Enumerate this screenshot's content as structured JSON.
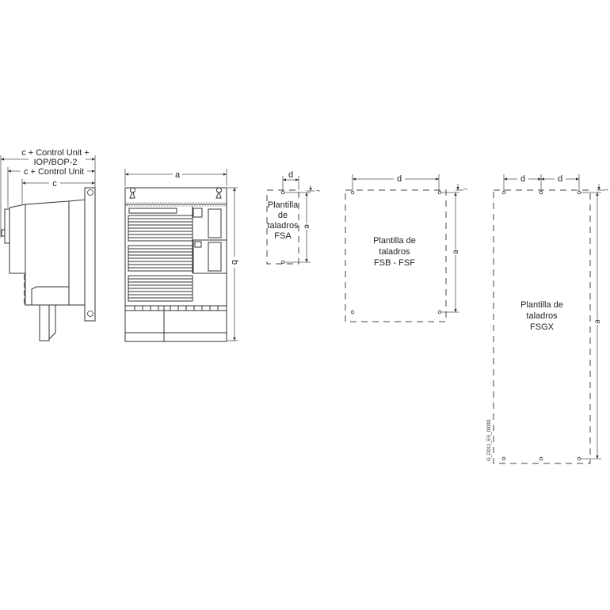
{
  "side_view": {
    "dim_c_cu_iop_line1": "c + Control Unit +",
    "dim_c_cu_iop_line2": "IOP/BOP-2",
    "dim_c_cu": "c + Control Unit",
    "dim_c": "c"
  },
  "front_view": {
    "dim_a": "a",
    "dim_b": "b"
  },
  "templates": [
    {
      "lines": [
        "Plantilla",
        "de",
        "taladros",
        "FSA"
      ],
      "dim_d": "d",
      "dim_e": "e",
      "dim_f": "f"
    },
    {
      "lines": [
        "Plantilla de",
        "taladros",
        "FSB - FSF"
      ],
      "dim_d": "d",
      "dim_e": "e",
      "dim_f": "f"
    },
    {
      "lines": [
        "Plantilla de",
        "taladros",
        "FSGX"
      ],
      "dim_d": "d",
      "dim_d2": "d",
      "dim_e": "e",
      "dim_f": "f"
    }
  ],
  "drawing_id": "G_D011_ES_00391"
}
